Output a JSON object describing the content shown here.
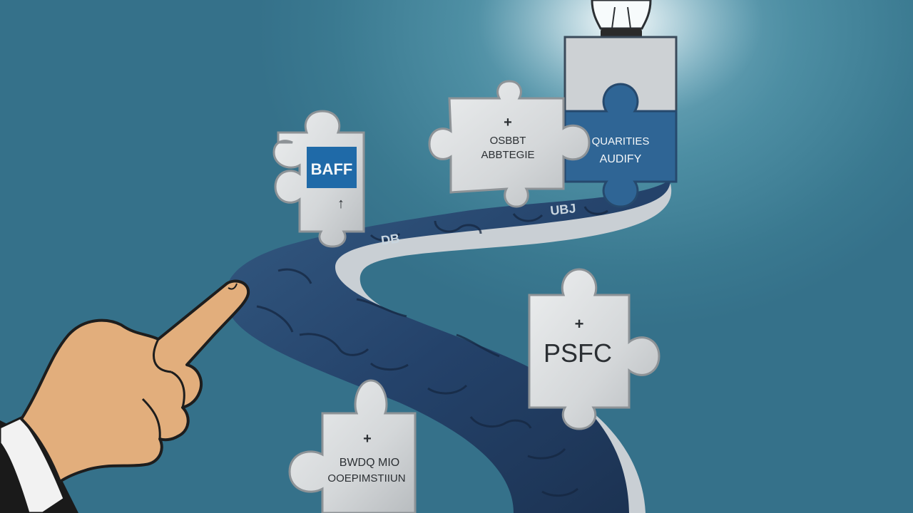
{
  "scene": {
    "description_alt": "Illustration of a hand pointing at a winding puzzle-piece road leading to a glowing light bulb",
    "colors": {
      "background": "#3f7f95",
      "road_dark": "#1e3552",
      "road_mid": "#2c4d72",
      "road_edge": "#c9cfd4",
      "piece_grey": "#d5d8da",
      "piece_shadow": "#8e9397",
      "badge_blue": "#1f6aa8",
      "skin": "#e2ae7c",
      "sleeve": "#1a1a1a",
      "cuff": "#f2f2f2"
    }
  },
  "pieces": {
    "baff": {
      "label": "BAFF",
      "arrow": "↑"
    },
    "middle": {
      "plus": "+",
      "line1": "OSBBT",
      "line2": "ABBTEGIE"
    },
    "top": {
      "line1": "QUARITIES",
      "line2": "AUDIFY"
    },
    "psfc": {
      "plus": "+",
      "label": "PSFC"
    },
    "bottom": {
      "plus": "+",
      "line1": "BWDQ MIO",
      "line2": "OOEPIMSTIIUN"
    }
  },
  "road_labels": {
    "a": "DB",
    "b": "UBJ"
  },
  "icons": {
    "bulb": "lightbulb-icon",
    "hand": "pointing-hand-icon"
  }
}
